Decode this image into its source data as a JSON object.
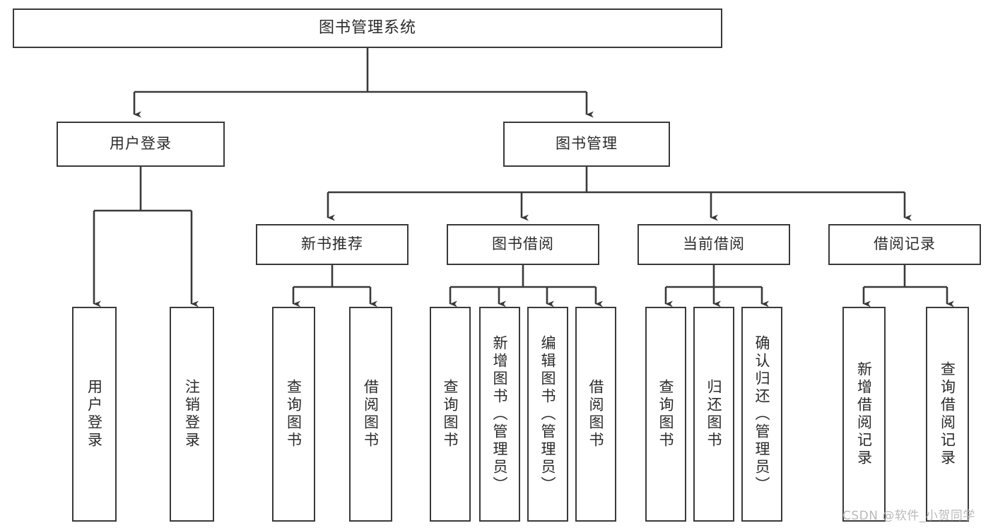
{
  "diagram": {
    "type": "tree",
    "title": "图书管理系统",
    "orientation": "top-down",
    "background_color": "#ffffff",
    "node_border_color": "#3a3a3a",
    "node_fill_color": "#ffffff",
    "text_color": "#2b2b2b",
    "edge_color": "#3a3a3a"
  },
  "nodes": {
    "root": {
      "label": "图书管理系统"
    },
    "level1": [
      {
        "id": "user-login",
        "label": "用户登录"
      },
      {
        "id": "book-manage",
        "label": "图书管理"
      }
    ],
    "level2": [
      {
        "id": "new-book-recommend",
        "label": "新书推荐"
      },
      {
        "id": "book-borrow",
        "label": "图书借阅"
      },
      {
        "id": "current-borrow",
        "label": "当前借阅"
      },
      {
        "id": "borrow-record",
        "label": "借阅记录"
      }
    ],
    "leaves": {
      "user_login": [
        {
          "id": "leaf-user-login",
          "label": "用户登录"
        },
        {
          "id": "leaf-logout-login",
          "label": "注销登录"
        }
      ],
      "new_book_recommend": [
        {
          "id": "leaf-query-book-1",
          "label": "查询图书"
        },
        {
          "id": "leaf-borrow-book-1",
          "label": "借阅图书"
        }
      ],
      "book_borrow": [
        {
          "id": "leaf-query-book-2",
          "label": "查询图书"
        },
        {
          "id": "leaf-add-book",
          "label": "新增图书（管理员）"
        },
        {
          "id": "leaf-edit-book",
          "label": "编辑图书（管理员）"
        },
        {
          "id": "leaf-borrow-book-2",
          "label": "借阅图书"
        }
      ],
      "current_borrow": [
        {
          "id": "leaf-query-book-3",
          "label": "查询图书"
        },
        {
          "id": "leaf-return-book",
          "label": "归还图书"
        },
        {
          "id": "leaf-confirm-return",
          "label": "确认归还（管理员）"
        }
      ],
      "borrow_record": [
        {
          "id": "leaf-add-borrow-record",
          "label": "新增借阅记录"
        },
        {
          "id": "leaf-query-borrow-record",
          "label": "查询借阅记录"
        }
      ]
    }
  },
  "watermark": {
    "text": "CSDN @软件_小贺同学"
  }
}
